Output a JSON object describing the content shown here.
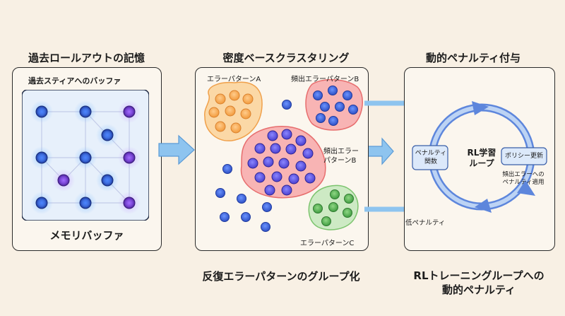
{
  "panels": {
    "left": {
      "title": "過去ロールアウトの記憶",
      "subtitle": "過去スティアへのバッファ",
      "footer": "メモリバッファ"
    },
    "middle": {
      "title": "密度ベースクラスタリング",
      "cluster_a": "エラーパターンA",
      "cluster_b_top": "頻出エラーパターンB",
      "cluster_b_mid_line1": "頻出エラー",
      "cluster_b_mid_line2": "パターンB",
      "cluster_c": "エラーパターンC"
    },
    "right": {
      "title": "動的ペナルティ付与",
      "penalty_fn_line1": "ペナルティ",
      "penalty_fn_line2": "関数",
      "rl_line1": "RL学習",
      "rl_line2": "ループ",
      "policy_update": "ポリシー更新",
      "freq_penalty_line1": "頻出エラーへの",
      "freq_penalty_line2": "ペナルティ適用",
      "low_penalty": "低ペナルティ"
    }
  },
  "captions": {
    "middle": "反復エラーパターンのグループ化",
    "right_line1": "RLトレーニングループへの",
    "right_line2": "動的ペナルティ"
  },
  "colors": {
    "background": "#f8f0e4",
    "node_blue": "#3f6fe0",
    "node_purple": "#8a52e0",
    "cluster_orange": "#f5a74a",
    "cluster_red": "#ee6f6f",
    "cluster_green": "#79c46c",
    "arrow_blue": "#8ec4ef"
  }
}
